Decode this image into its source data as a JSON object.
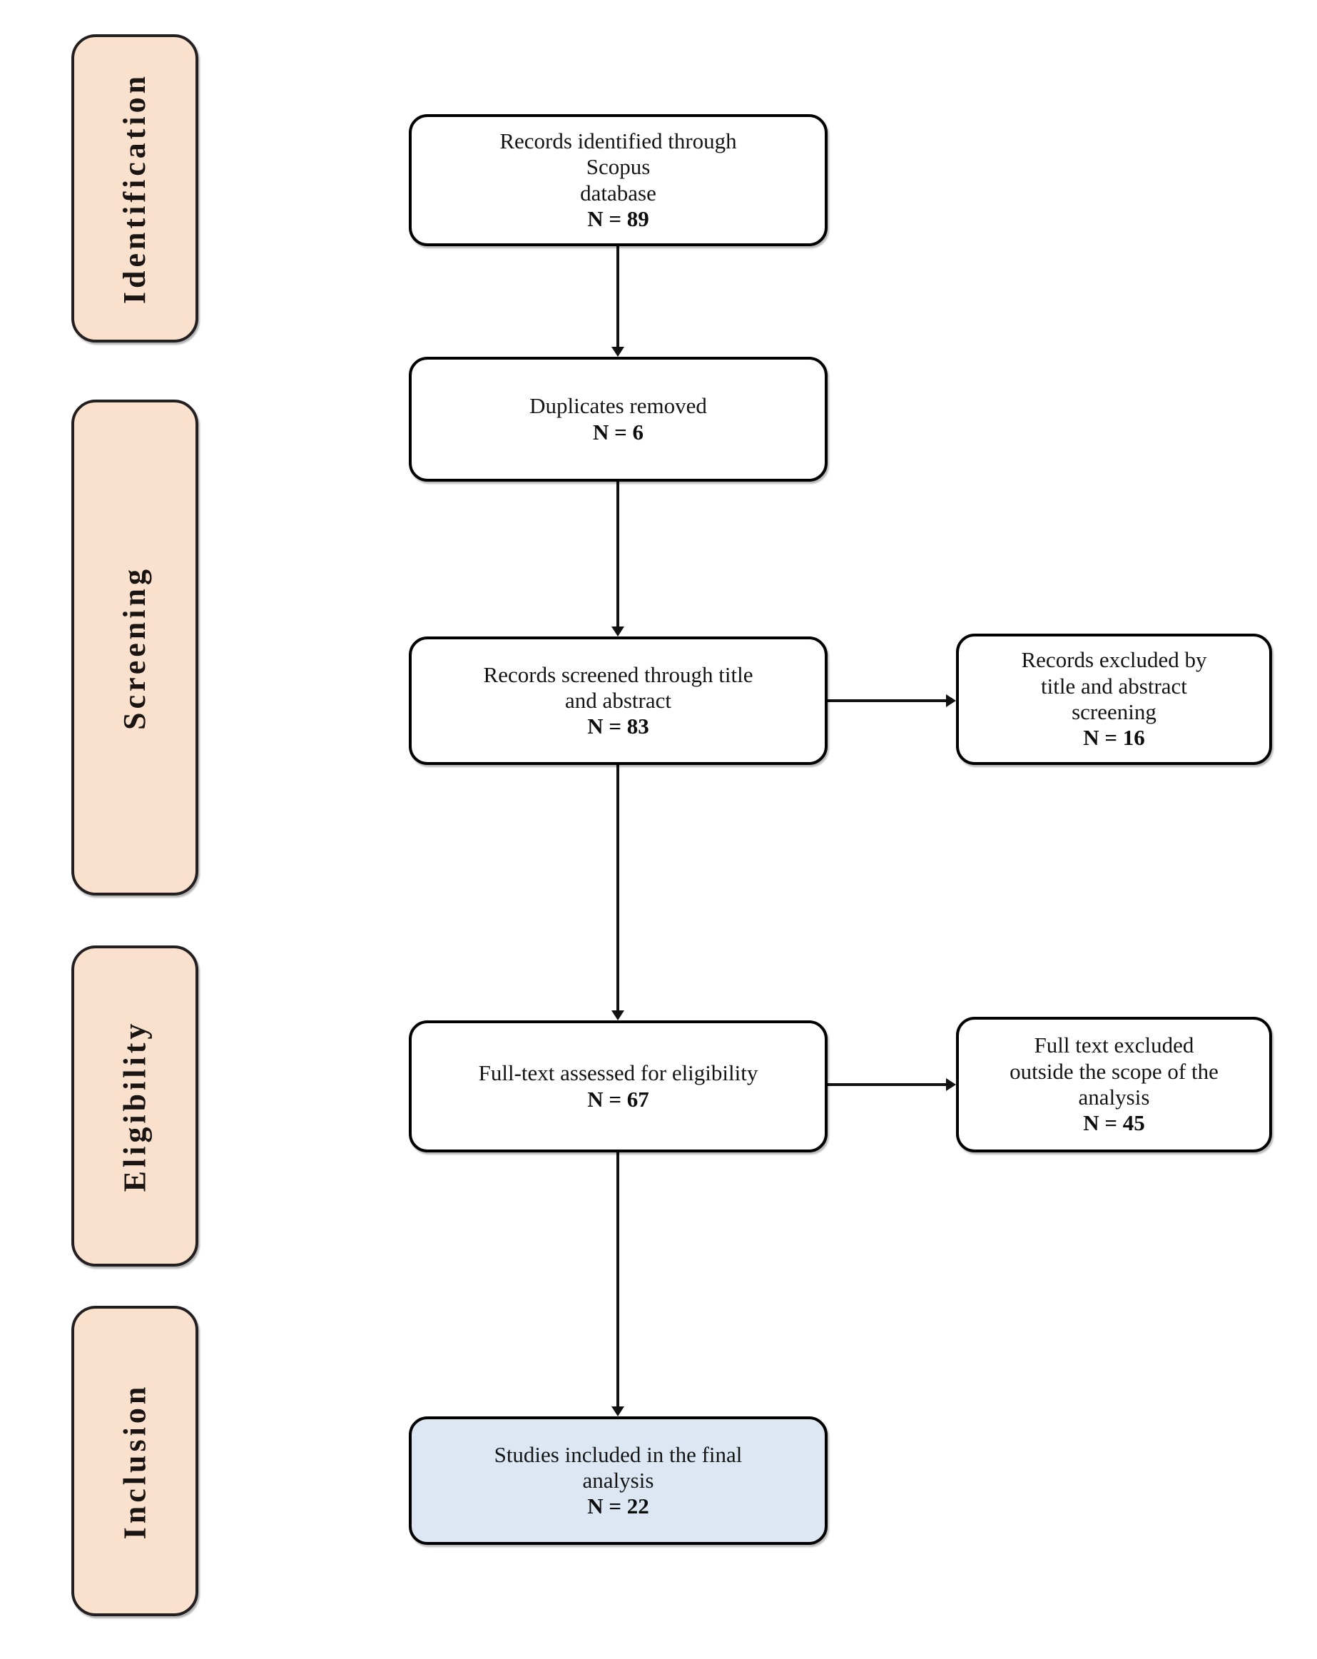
{
  "figure": {
    "type": "prisma-flow-diagram",
    "background_color": "#ffffff"
  },
  "colors": {
    "stage_tab_fill": "#FAE1CE",
    "stage_tab_border": "#231F20",
    "box_fill": "#FFFFFF",
    "box_border": "#000000",
    "included_box_fill": "#DCE7F3",
    "connector": "#111111"
  },
  "stages": [
    {
      "id": "identification",
      "label": "Identification"
    },
    {
      "id": "screening",
      "label": "Screening"
    },
    {
      "id": "eligibility",
      "label": "Eligibility"
    },
    {
      "id": "inclusion",
      "label": "Inclusion"
    }
  ],
  "boxes": {
    "identified": {
      "text": "Records identified through\nScopus\ndatabase",
      "count": "N = 89"
    },
    "duplicates": {
      "text": "Duplicates  removed",
      "count": "N = 6"
    },
    "screened": {
      "text": "Records screened through title\nand abstract",
      "count": "N = 83"
    },
    "excluded_screening": {
      "text": "Records excluded by\ntitle and abstract\nscreening",
      "count": "N = 16"
    },
    "fulltext_assessed": {
      "text": "Full-text assessed for eligibility",
      "count": "N = 67"
    },
    "excluded_fulltext": {
      "text": "Full text excluded\noutside the scope of the\nanalysis",
      "count": "N = 45"
    },
    "included": {
      "text": "Studies included in the final\nanalysis",
      "count": "N = 22"
    }
  },
  "chart_data": {
    "type": "diagram",
    "title": "PRISMA study selection flow",
    "nodes": [
      {
        "id": "identified",
        "stage": "Identification",
        "label": "Records identified through Scopus database",
        "n": 89
      },
      {
        "id": "duplicates",
        "stage": "Screening",
        "label": "Duplicates removed",
        "n": 6
      },
      {
        "id": "screened",
        "stage": "Screening",
        "label": "Records screened through title and abstract",
        "n": 83
      },
      {
        "id": "excluded_screening",
        "stage": "Screening",
        "label": "Records excluded by title and abstract screening",
        "n": 16
      },
      {
        "id": "fulltext_assessed",
        "stage": "Eligibility",
        "label": "Full-text assessed for eligibility",
        "n": 67
      },
      {
        "id": "excluded_fulltext",
        "stage": "Eligibility",
        "label": "Full text excluded outside the scope of the analysis",
        "n": 45
      },
      {
        "id": "included",
        "stage": "Inclusion",
        "label": "Studies included in the final analysis",
        "n": 22
      }
    ],
    "edges": [
      {
        "from": "identified",
        "to": "duplicates",
        "direction": "down"
      },
      {
        "from": "duplicates",
        "to": "screened",
        "direction": "down"
      },
      {
        "from": "screened",
        "to": "excluded_screening",
        "direction": "right"
      },
      {
        "from": "screened",
        "to": "fulltext_assessed",
        "direction": "down"
      },
      {
        "from": "fulltext_assessed",
        "to": "excluded_fulltext",
        "direction": "right"
      },
      {
        "from": "fulltext_assessed",
        "to": "included",
        "direction": "down"
      }
    ]
  }
}
